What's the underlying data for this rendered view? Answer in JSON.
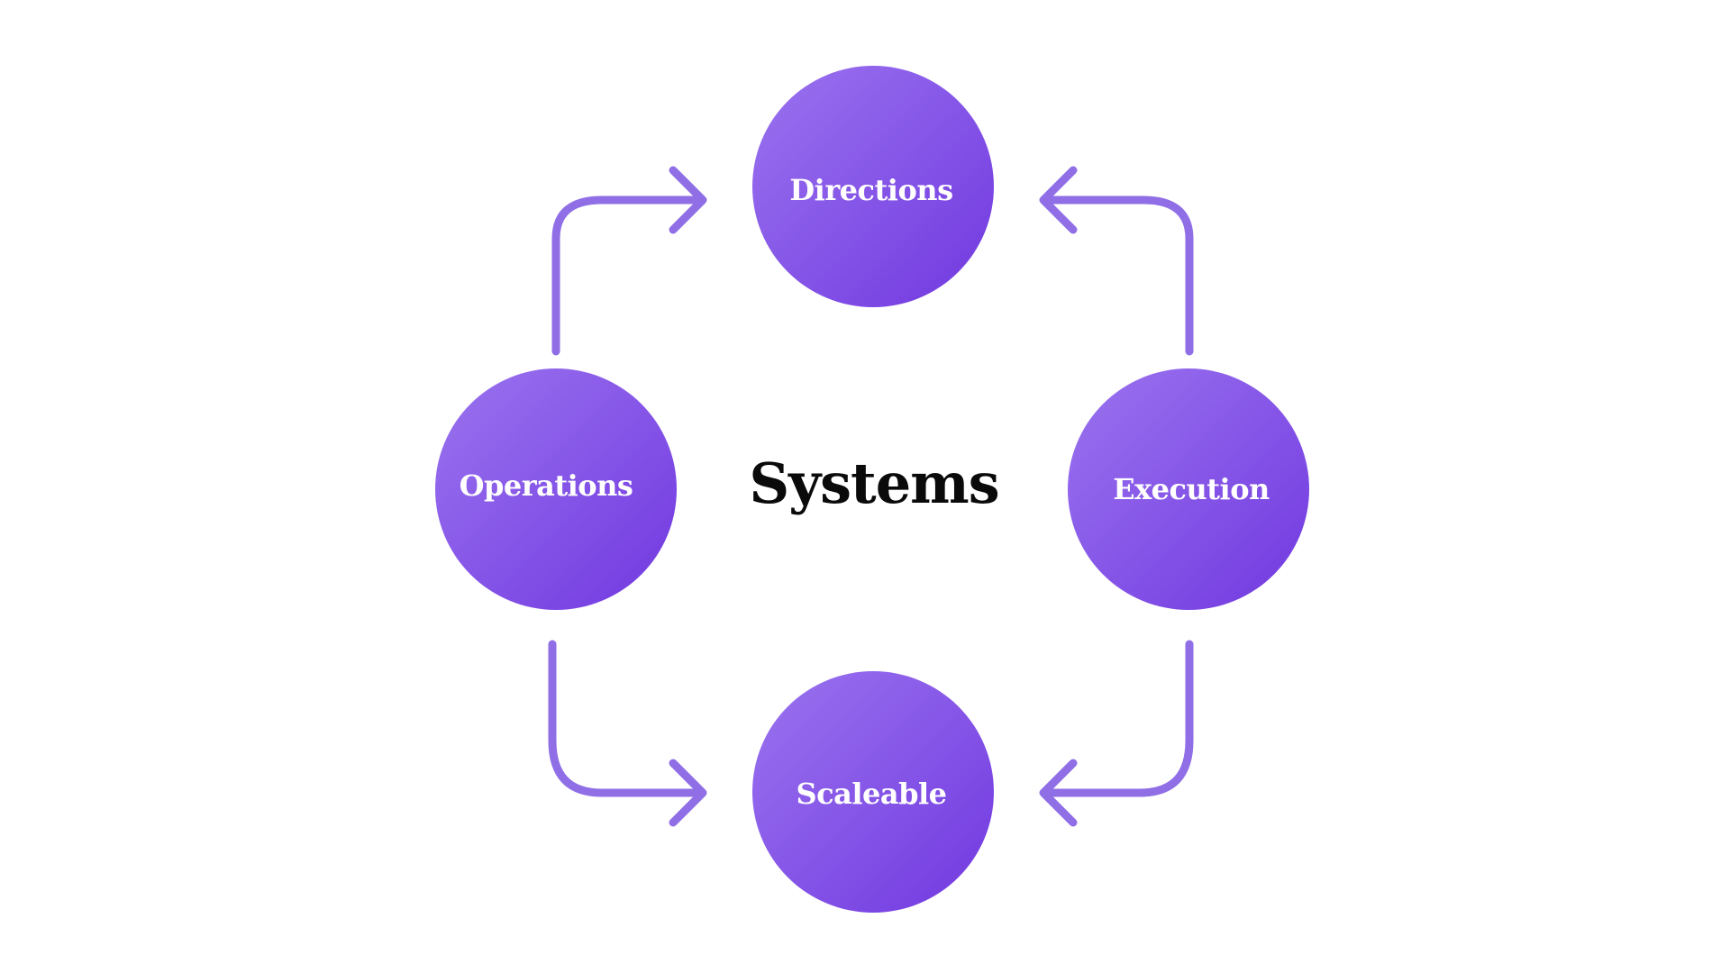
{
  "diagram": {
    "center_title": "Systems",
    "nodes": {
      "top": "Directions",
      "left": "Operations",
      "right": "Execution",
      "bottom": "Scaleable"
    }
  },
  "colors": {
    "node_gradient_start": "#9b74ef",
    "node_gradient_end": "#7138e0",
    "arrow": "#8f6ee6",
    "center_text": "#0a0a0a"
  },
  "edges": [
    {
      "from": "Operations",
      "to": "Directions"
    },
    {
      "from": "Execution",
      "to": "Directions"
    },
    {
      "from": "Operations",
      "to": "Scaleable"
    },
    {
      "from": "Execution",
      "to": "Scaleable"
    }
  ]
}
